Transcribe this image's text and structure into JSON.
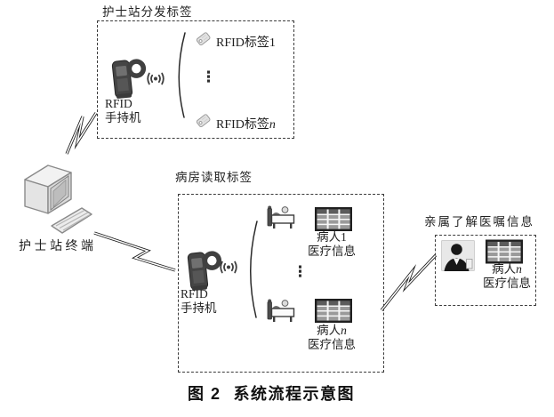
{
  "figure": {
    "caption_label": "图 2",
    "caption_text": "系统流程示意图"
  },
  "terminal": {
    "label": "护士站终端"
  },
  "boxes": {
    "distribute": {
      "title": "护士站分发标签",
      "reader_line1": "RFID",
      "reader_line2": "手持机",
      "tag_first": "RFID标签1",
      "tag_last_prefix": "RFID标签",
      "tag_last_suffix": "n",
      "ellipsis": "⋮"
    },
    "ward": {
      "title": "病房读取标签",
      "reader_line1": "RFID",
      "reader_line2": "手持机",
      "patient_first_line1": "病人1",
      "patient_first_line2": "医疗信息",
      "patient_last_prefix": "病人",
      "patient_last_suffix": "n",
      "patient_last_line2": "医疗信息",
      "ellipsis": "⋮"
    },
    "family": {
      "title": "亲属了解医嘱信息",
      "patient_prefix": "病人",
      "patient_suffix": "n",
      "patient_line2": "医疗信息"
    }
  },
  "icons": {
    "terminal": "computer-terminal-icon",
    "reader": "rfid-handheld-icon",
    "wireless": "wireless-signal-icon",
    "tag": "rfid-tag-icon",
    "bed": "patient-bed-icon",
    "table": "medical-info-table-icon",
    "person": "family-member-icon",
    "link": "lightning-link-icon"
  },
  "colors": {
    "background": "#ffffff",
    "ink": "#1a1a1a",
    "box_border": "#3a3a3a",
    "device_dark": "#3f3f3f",
    "icon_light": "#e2e2e2",
    "table_fill": "#9a9a9a"
  }
}
